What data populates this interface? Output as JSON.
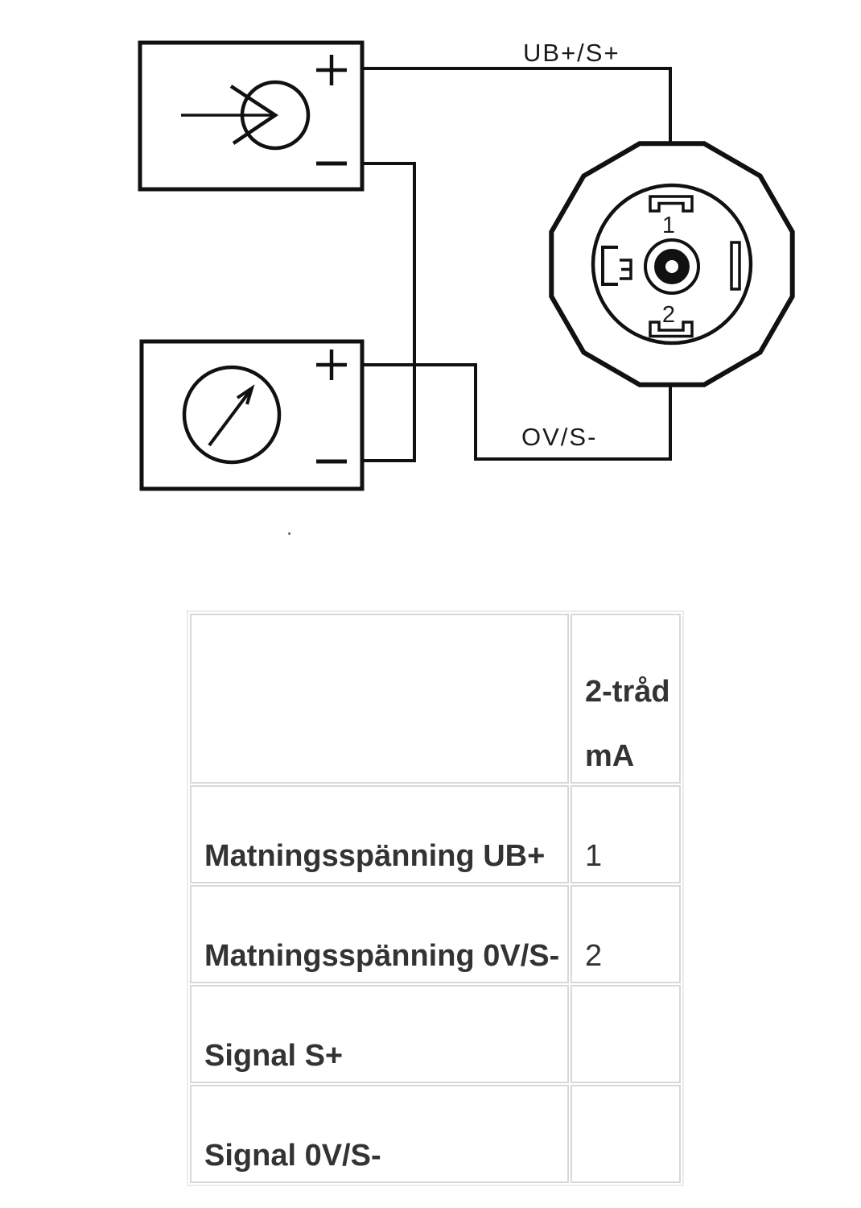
{
  "diagram": {
    "power_supply": {
      "plus_symbol": "+",
      "minus_symbol": "−"
    },
    "meter": {
      "plus_symbol": "+",
      "minus_symbol": "−"
    },
    "wire_top_label": "UB+/S+",
    "wire_bottom_label": "OV/S-",
    "connector": {
      "pin1_label": "1",
      "pin2_label": "2"
    }
  },
  "stray_mark": ".",
  "table": {
    "header_col2": [
      "2-tråd",
      "mA"
    ],
    "rows": [
      {
        "label": "Matningsspänning UB+",
        "value": "1"
      },
      {
        "label": "Matningsspänning 0V/S-",
        "value": "2"
      },
      {
        "label": "Signal S+",
        "value": ""
      },
      {
        "label": "Signal 0V/S-",
        "value": ""
      }
    ]
  },
  "colors": {
    "line": "#111111",
    "table_text": "#333333",
    "table_border": "#d8d8d8"
  }
}
